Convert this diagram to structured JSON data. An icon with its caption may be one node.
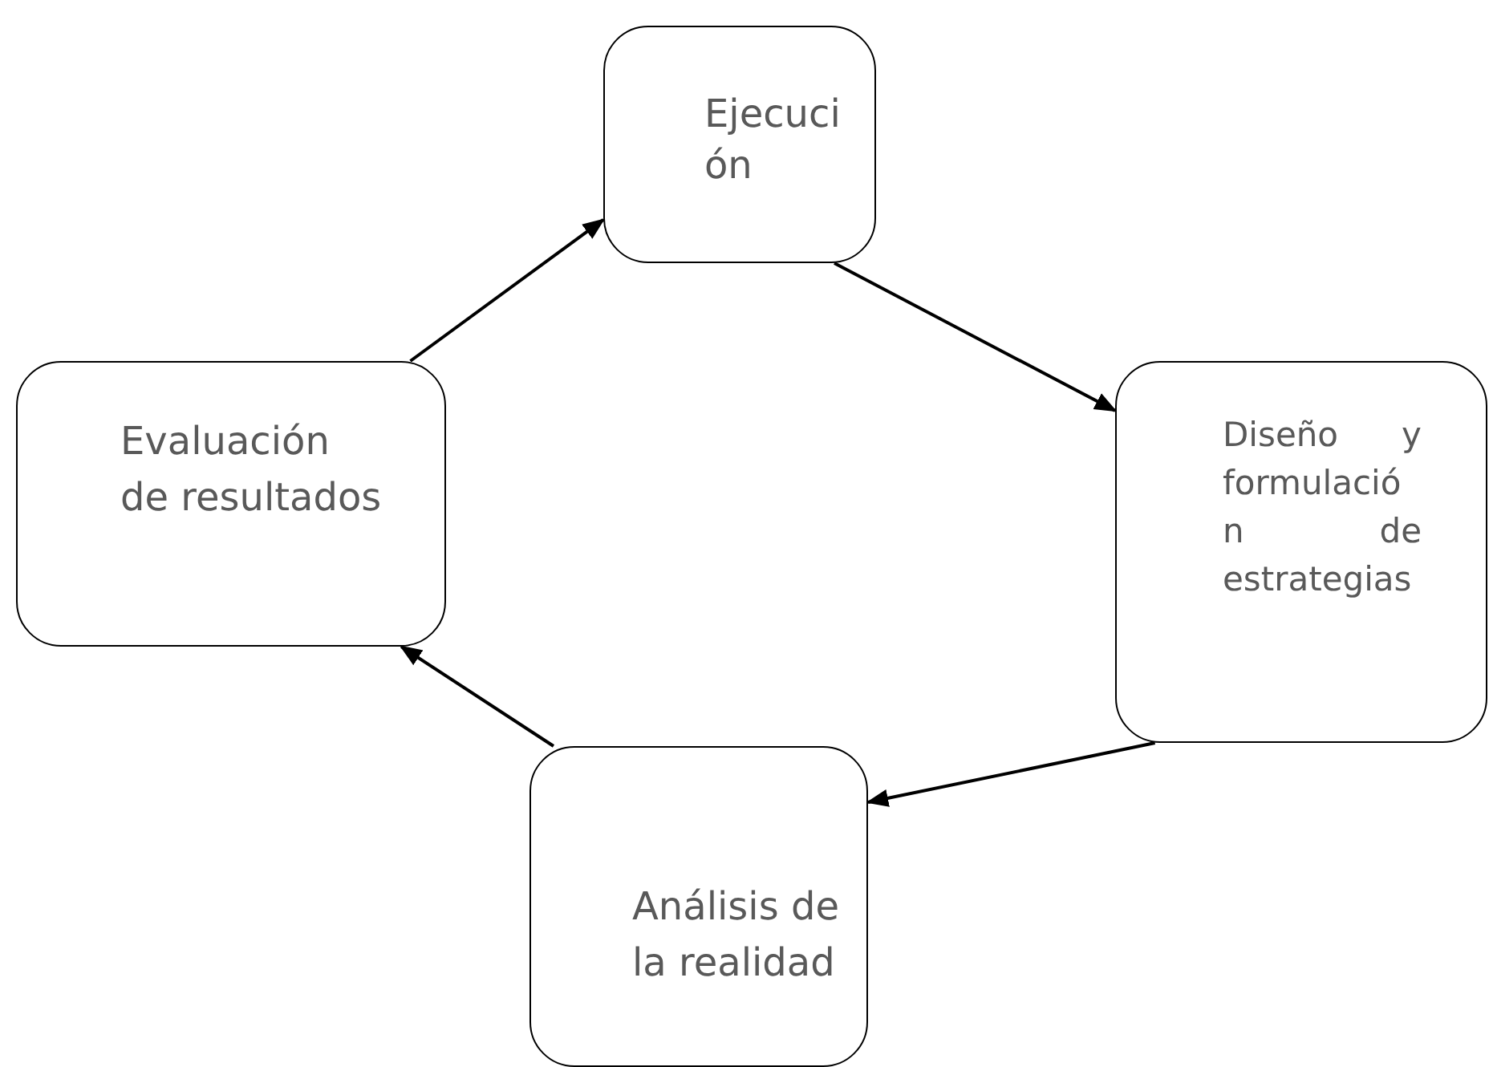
{
  "diagram": {
    "nodes": [
      {
        "text": [
          "Ejecución"
        ]
      },
      {
        "text": [
          "Evaluación de resultados"
        ]
      },
      {
        "text": [
          "Diseño y formulación de estrategias"
        ]
      },
      {
        "text": [
          "Análisis de la realidad"
        ]
      }
    ],
    "edges": [
      {
        "from": 1,
        "to": 0,
        "arrow": "to"
      },
      {
        "from": 0,
        "to": 2,
        "arrow": "to"
      },
      {
        "from": 2,
        "to": 3,
        "arrow": "to"
      },
      {
        "from": 3,
        "to": 1,
        "arrow": "to"
      }
    ]
  }
}
